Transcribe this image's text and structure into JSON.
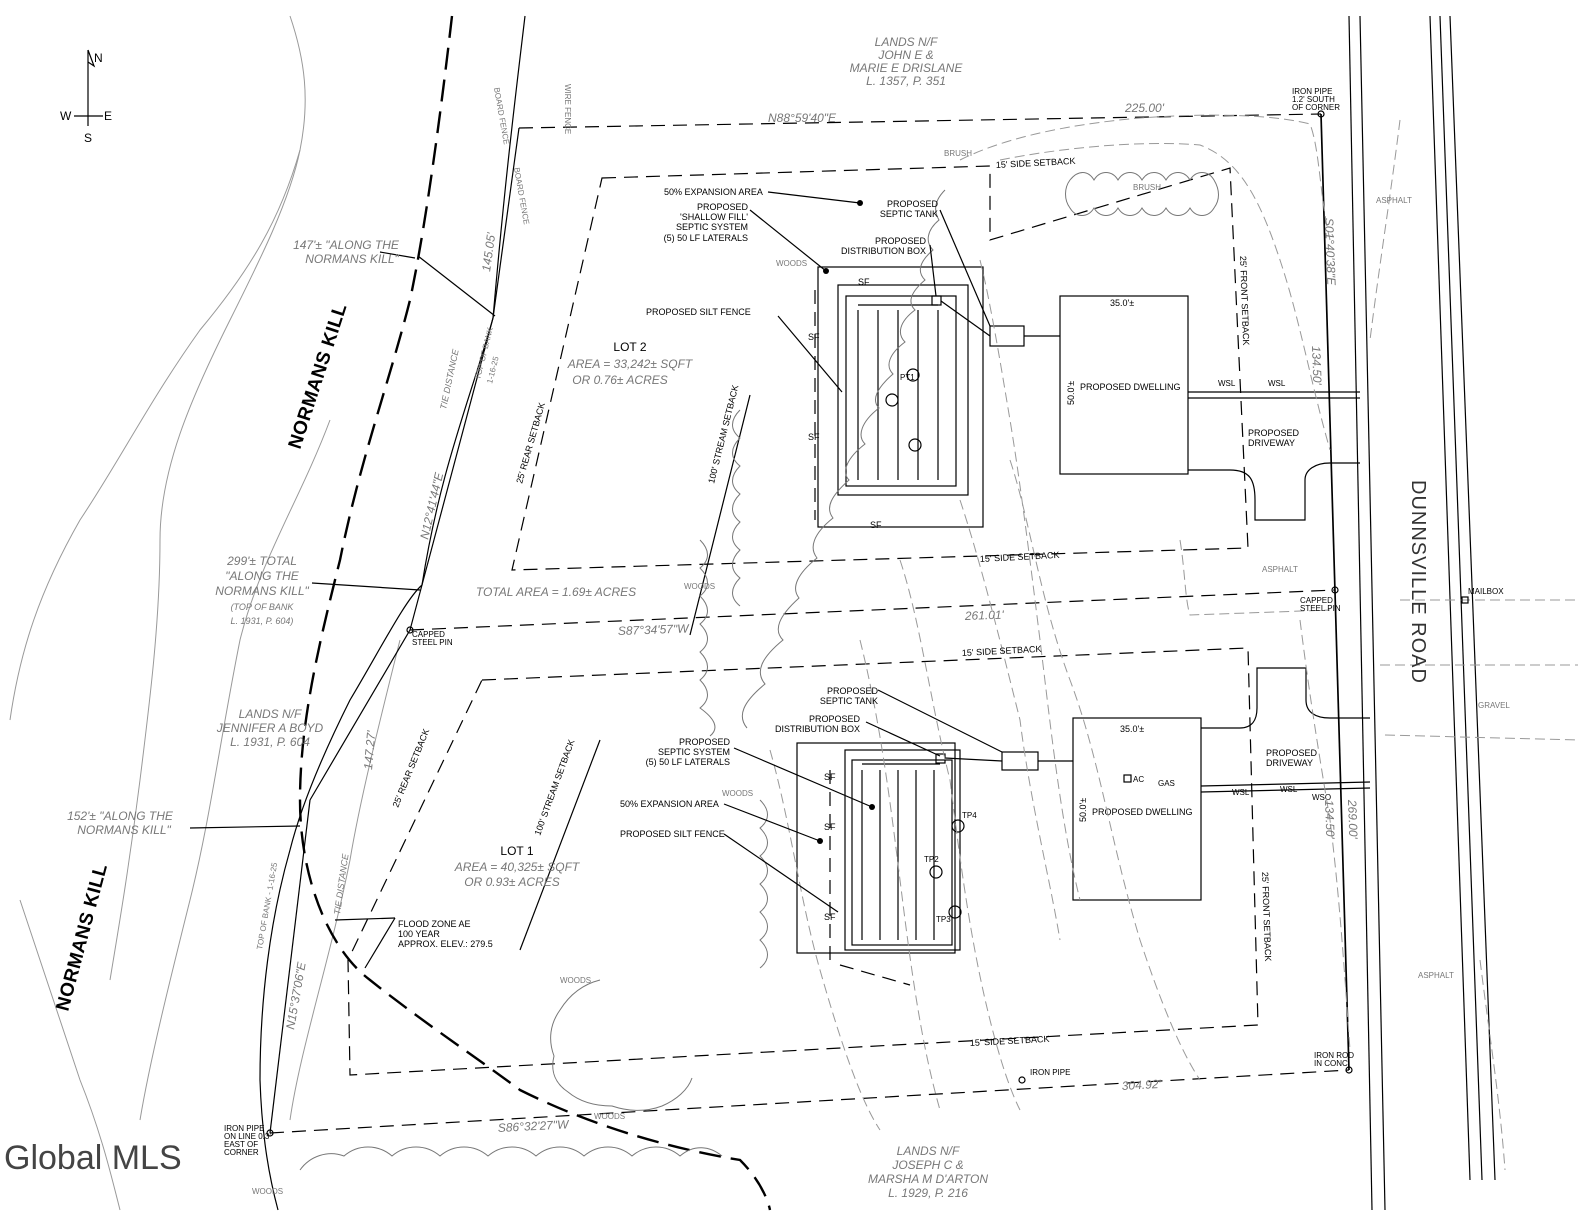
{
  "compass": {
    "n": "N",
    "s": "S",
    "e": "E",
    "w": "W"
  },
  "owners": {
    "north": [
      "LANDS N/F",
      "JOHN E &",
      "MARIE E DRISLANE",
      "L. 1357, P. 351"
    ],
    "west": [
      "LANDS N/F",
      "JENNIFER A BOYD",
      "L. 1931, P. 604"
    ],
    "south": [
      "LANDS N/F",
      "JOSEPH C &",
      "MARSHA M D'ARTON",
      "L. 1929, P. 216"
    ]
  },
  "stream_labels": {
    "upper": "NORMANS KILL",
    "lower": "NORMANS KILL",
    "along_147": [
      "147'± \"ALONG THE",
      "NORMANS KILL\""
    ],
    "along_299": [
      "299'± TOTAL",
      "\"ALONG THE",
      "NORMANS KILL\"",
      "(TOP OF BANK",
      "L. 1931, P. 604)"
    ],
    "along_152": [
      "152'± \"ALONG THE",
      "NORMANS KILL\""
    ]
  },
  "road": "DUNNSVILLE ROAD",
  "bearings": {
    "north_line": "N88°59'40\"E",
    "north_dist": "225.00'",
    "east_bearing": "S01°40'38\"E",
    "east_upper": "134.50'",
    "east_lower": "134.50'",
    "east_total": "269.00'",
    "middle_bearing": "S87°34'57\"W",
    "middle_dist": "261.01'",
    "south_bearing": "S86°32'27\"W",
    "south_dist": "304.92'",
    "west_upper": "N12°41'44\"E",
    "west_lower": "N15°37'06\"E",
    "tie_upper": "145.05'",
    "tie_lower": "147.27'",
    "tie_distance": "TIE DISTANCE",
    "top_bank_upper": [
      "TOP OF BANK",
      "1-16-25"
    ],
    "top_bank_lower": "TOP OF BANK - 1-16-25"
  },
  "lot2": {
    "name": "LOT 2",
    "area": "AREA = 33,242± SQFT",
    "acres": "OR 0.76± ACRES"
  },
  "lot1": {
    "name": "LOT 1",
    "area": "AREA = 40,325± SQFT",
    "acres": "OR 0.93± ACRES"
  },
  "total_area": "TOTAL AREA = 1.69± ACRES",
  "setbacks": {
    "side": "15' SIDE SETBACK",
    "front": "25' FRONT SETBACK",
    "rear": "25' REAR SETBACK",
    "stream": "100' STREAM SETBACK"
  },
  "lot2_callouts": {
    "expansion": "50% EXPANSION AREA",
    "septic_system": [
      "PROPOSED",
      "'SHALLOW FILL'",
      "SEPTIC SYSTEM",
      "(5) 50 LF LATERALS"
    ],
    "septic_tank": [
      "PROPOSED",
      "SEPTIC TANK"
    ],
    "dist_box": [
      "PROPOSED",
      "DISTRIBUTION BOX"
    ],
    "silt_fence": "PROPOSED SILT FENCE"
  },
  "lot1_callouts": {
    "septic_tank": [
      "PROPOSED",
      "SEPTIC TANK"
    ],
    "dist_box": [
      "PROPOSED",
      "DISTRIBUTION BOX"
    ],
    "septic_system": [
      "PROPOSED",
      "SEPTIC SYSTEM",
      "(5) 50 LF LATERALS"
    ],
    "expansion": "50% EXPANSION AREA",
    "silt_fence": "PROPOSED SILT FENCE"
  },
  "dwelling": {
    "label": "PROPOSED DWELLING",
    "width": "35.0'±",
    "depth": "50.0'±"
  },
  "driveway": [
    "PROPOSED",
    "DRIVEWAY"
  ],
  "flood_zone": [
    "FLOOD ZONE AE",
    "100 YEAR",
    "APPROX. ELEV.: 279.5"
  ],
  "small_labels": {
    "board_fence": "BOARD FENCE",
    "wire_fence": "WIRE FENCE",
    "brush": "BRUSH",
    "woods": "WOODS",
    "asphalt": "ASPHALT",
    "gravel": "GRAVEL",
    "mailbox": "MAILBOX",
    "capped_pin": [
      "CAPPED",
      "STEEL PIN"
    ],
    "iron_pipe_corner": [
      "IRON PIPE",
      "1.2' SOUTH",
      "OF CORNER"
    ],
    "iron_pipe": "IRON PIPE",
    "iron_rod": [
      "IRON ROD",
      "IN CONC"
    ],
    "iron_pipe_line": [
      "IRON PIPE",
      "ON LINE 0.3'",
      "EAST OF",
      "CORNER"
    ],
    "sf": "SF",
    "wsl": "WSL",
    "wso": "WSO",
    "ac": "AC",
    "gas": "GAS",
    "tp1": "TP1",
    "tp2": "TP2",
    "tp3": "TP3",
    "tp4": "TP4",
    "tp_lot2": "PT1"
  },
  "watermark": "Global MLS"
}
